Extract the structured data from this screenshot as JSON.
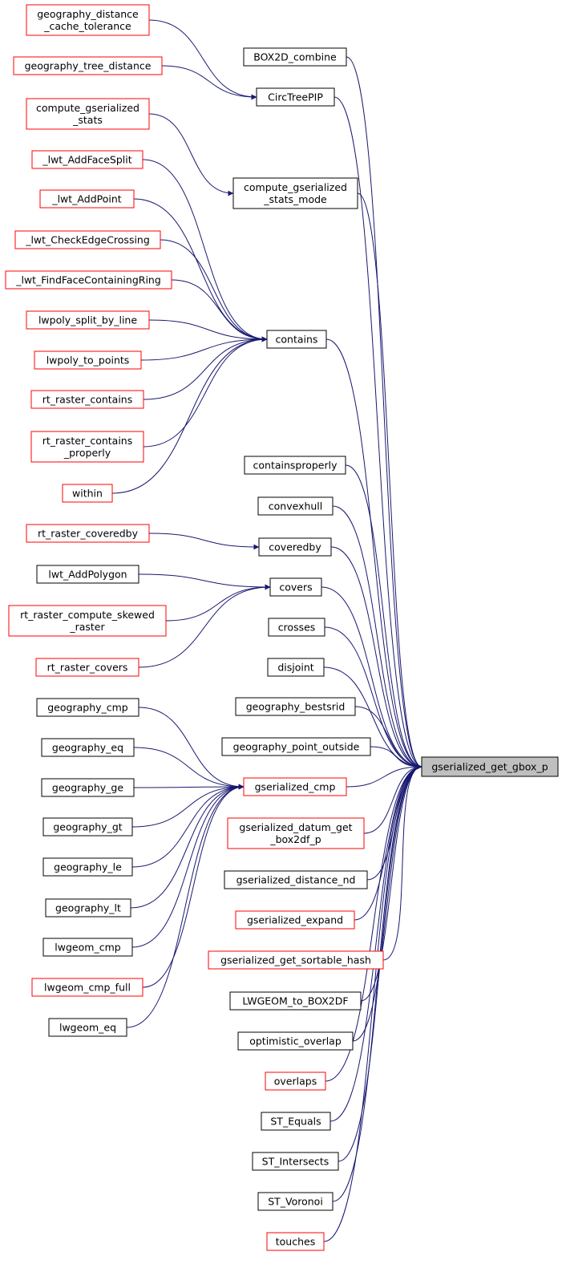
{
  "graph": {
    "target": "gserialized_get_gbox_p",
    "colors": {
      "edge": "#191970",
      "border_black": "#000000",
      "border_red": "#ff0000",
      "target_fill": "#bfbfbf",
      "node_fill": "#ffffff",
      "text": "#000000"
    },
    "nodes": [
      {
        "id": "gdct",
        "lines": [
          "geography_distance",
          "_cache_tolerance"
        ],
        "border": "red"
      },
      {
        "id": "gtd",
        "lines": [
          "geography_tree_distance"
        ],
        "border": "red"
      },
      {
        "id": "cgs",
        "lines": [
          "compute_gserialized",
          "_stats"
        ],
        "border": "red"
      },
      {
        "id": "lafs",
        "lines": [
          "_lwt_AddFaceSplit"
        ],
        "border": "red"
      },
      {
        "id": "lap",
        "lines": [
          "_lwt_AddPoint"
        ],
        "border": "red"
      },
      {
        "id": "lcec",
        "lines": [
          "_lwt_CheckEdgeCrossing"
        ],
        "border": "red"
      },
      {
        "id": "lffcr",
        "lines": [
          "_lwt_FindFaceContainingRing"
        ],
        "border": "red"
      },
      {
        "id": "lsbl",
        "lines": [
          "lwpoly_split_by_line"
        ],
        "border": "red"
      },
      {
        "id": "ltp",
        "lines": [
          "lwpoly_to_points"
        ],
        "border": "red"
      },
      {
        "id": "rrc",
        "lines": [
          "rt_raster_contains"
        ],
        "border": "red"
      },
      {
        "id": "rrcp",
        "lines": [
          "rt_raster_contains",
          "_properly"
        ],
        "border": "red"
      },
      {
        "id": "within",
        "lines": [
          "within"
        ],
        "border": "red"
      },
      {
        "id": "rrcb",
        "lines": [
          "rt_raster_coveredby"
        ],
        "border": "red"
      },
      {
        "id": "lwap",
        "lines": [
          "lwt_AddPolygon"
        ],
        "border": "black"
      },
      {
        "id": "rrcsr",
        "lines": [
          "rt_raster_compute_skewed",
          "_raster"
        ],
        "border": "red"
      },
      {
        "id": "rrcov",
        "lines": [
          "rt_raster_covers"
        ],
        "border": "red"
      },
      {
        "id": "gcmp",
        "lines": [
          "geography_cmp"
        ],
        "border": "black"
      },
      {
        "id": "geq",
        "lines": [
          "geography_eq"
        ],
        "border": "black"
      },
      {
        "id": "gge",
        "lines": [
          "geography_ge"
        ],
        "border": "black"
      },
      {
        "id": "ggt",
        "lines": [
          "geography_gt"
        ],
        "border": "black"
      },
      {
        "id": "gle",
        "lines": [
          "geography_le"
        ],
        "border": "black"
      },
      {
        "id": "glt",
        "lines": [
          "geography_lt"
        ],
        "border": "black"
      },
      {
        "id": "lcmp",
        "lines": [
          "lwgeom_cmp"
        ],
        "border": "black"
      },
      {
        "id": "lcmpf",
        "lines": [
          "lwgeom_cmp_full"
        ],
        "border": "red"
      },
      {
        "id": "leq",
        "lines": [
          "lwgeom_eq"
        ],
        "border": "black"
      },
      {
        "id": "b2c",
        "lines": [
          "BOX2D_combine"
        ],
        "border": "black"
      },
      {
        "id": "ctp",
        "lines": [
          "CircTreePIP"
        ],
        "border": "black"
      },
      {
        "id": "cgsm",
        "lines": [
          "compute_gserialized",
          "_stats_mode"
        ],
        "border": "black"
      },
      {
        "id": "contains",
        "lines": [
          "contains"
        ],
        "border": "black"
      },
      {
        "id": "cprop",
        "lines": [
          "containsproperly"
        ],
        "border": "black"
      },
      {
        "id": "chull",
        "lines": [
          "convexhull"
        ],
        "border": "black"
      },
      {
        "id": "covby",
        "lines": [
          "coveredby"
        ],
        "border": "black"
      },
      {
        "id": "covers",
        "lines": [
          "covers"
        ],
        "border": "black"
      },
      {
        "id": "crosses",
        "lines": [
          "crosses"
        ],
        "border": "black"
      },
      {
        "id": "disjoint",
        "lines": [
          "disjoint"
        ],
        "border": "black"
      },
      {
        "id": "gbs",
        "lines": [
          "geography_bestsrid"
        ],
        "border": "black"
      },
      {
        "id": "gpo",
        "lines": [
          "geography_point_outside"
        ],
        "border": "black"
      },
      {
        "id": "gscmp",
        "lines": [
          "gserialized_cmp"
        ],
        "border": "red"
      },
      {
        "id": "gsdgb",
        "lines": [
          "gserialized_datum_get",
          "_box2df_p"
        ],
        "border": "red"
      },
      {
        "id": "gsdn",
        "lines": [
          "gserialized_distance_nd"
        ],
        "border": "black"
      },
      {
        "id": "gse",
        "lines": [
          "gserialized_expand"
        ],
        "border": "red"
      },
      {
        "id": "gsgsh",
        "lines": [
          "gserialized_get_sortable_hash"
        ],
        "border": "red"
      },
      {
        "id": "lb2d",
        "lines": [
          "LWGEOM_to_BOX2DF"
        ],
        "border": "black"
      },
      {
        "id": "oo",
        "lines": [
          "optimistic_overlap"
        ],
        "border": "black"
      },
      {
        "id": "overlaps",
        "lines": [
          "overlaps"
        ],
        "border": "red"
      },
      {
        "id": "steq",
        "lines": [
          "ST_Equals"
        ],
        "border": "black"
      },
      {
        "id": "stint",
        "lines": [
          "ST_Intersects"
        ],
        "border": "black"
      },
      {
        "id": "stv",
        "lines": [
          "ST_Voronoi"
        ],
        "border": "black"
      },
      {
        "id": "touches",
        "lines": [
          "touches"
        ],
        "border": "red"
      },
      {
        "id": "target",
        "lines": [
          "gserialized_get_gbox_p"
        ],
        "border": "black",
        "highlight": true
      }
    ],
    "edges": [
      [
        "gdct",
        "ctp"
      ],
      [
        "gtd",
        "ctp"
      ],
      [
        "cgs",
        "cgsm"
      ],
      [
        "lafs",
        "contains"
      ],
      [
        "lap",
        "contains"
      ],
      [
        "lcec",
        "contains"
      ],
      [
        "lffcr",
        "contains"
      ],
      [
        "lsbl",
        "contains"
      ],
      [
        "ltp",
        "contains"
      ],
      [
        "rrc",
        "contains"
      ],
      [
        "rrcp",
        "contains"
      ],
      [
        "within",
        "contains"
      ],
      [
        "rrcb",
        "covby"
      ],
      [
        "lwap",
        "covers"
      ],
      [
        "rrcsr",
        "covers"
      ],
      [
        "rrcov",
        "covers"
      ],
      [
        "gcmp",
        "gscmp"
      ],
      [
        "geq",
        "gscmp"
      ],
      [
        "gge",
        "gscmp"
      ],
      [
        "ggt",
        "gscmp"
      ],
      [
        "gle",
        "gscmp"
      ],
      [
        "glt",
        "gscmp"
      ],
      [
        "lcmp",
        "gscmp"
      ],
      [
        "lcmpf",
        "gscmp"
      ],
      [
        "leq",
        "gscmp"
      ],
      [
        "b2c",
        "target"
      ],
      [
        "ctp",
        "target"
      ],
      [
        "cgsm",
        "target"
      ],
      [
        "contains",
        "target"
      ],
      [
        "cprop",
        "target"
      ],
      [
        "chull",
        "target"
      ],
      [
        "covby",
        "target"
      ],
      [
        "covers",
        "target"
      ],
      [
        "crosses",
        "target"
      ],
      [
        "disjoint",
        "target"
      ],
      [
        "gbs",
        "target"
      ],
      [
        "gpo",
        "target"
      ],
      [
        "gscmp",
        "target"
      ],
      [
        "gsdgb",
        "target"
      ],
      [
        "gsdn",
        "target"
      ],
      [
        "gse",
        "target"
      ],
      [
        "gsgsh",
        "target"
      ],
      [
        "lb2d",
        "target"
      ],
      [
        "oo",
        "target"
      ],
      [
        "overlaps",
        "target"
      ],
      [
        "steq",
        "target"
      ],
      [
        "stint",
        "target"
      ],
      [
        "stv",
        "target"
      ],
      [
        "touches",
        "target"
      ]
    ]
  }
}
